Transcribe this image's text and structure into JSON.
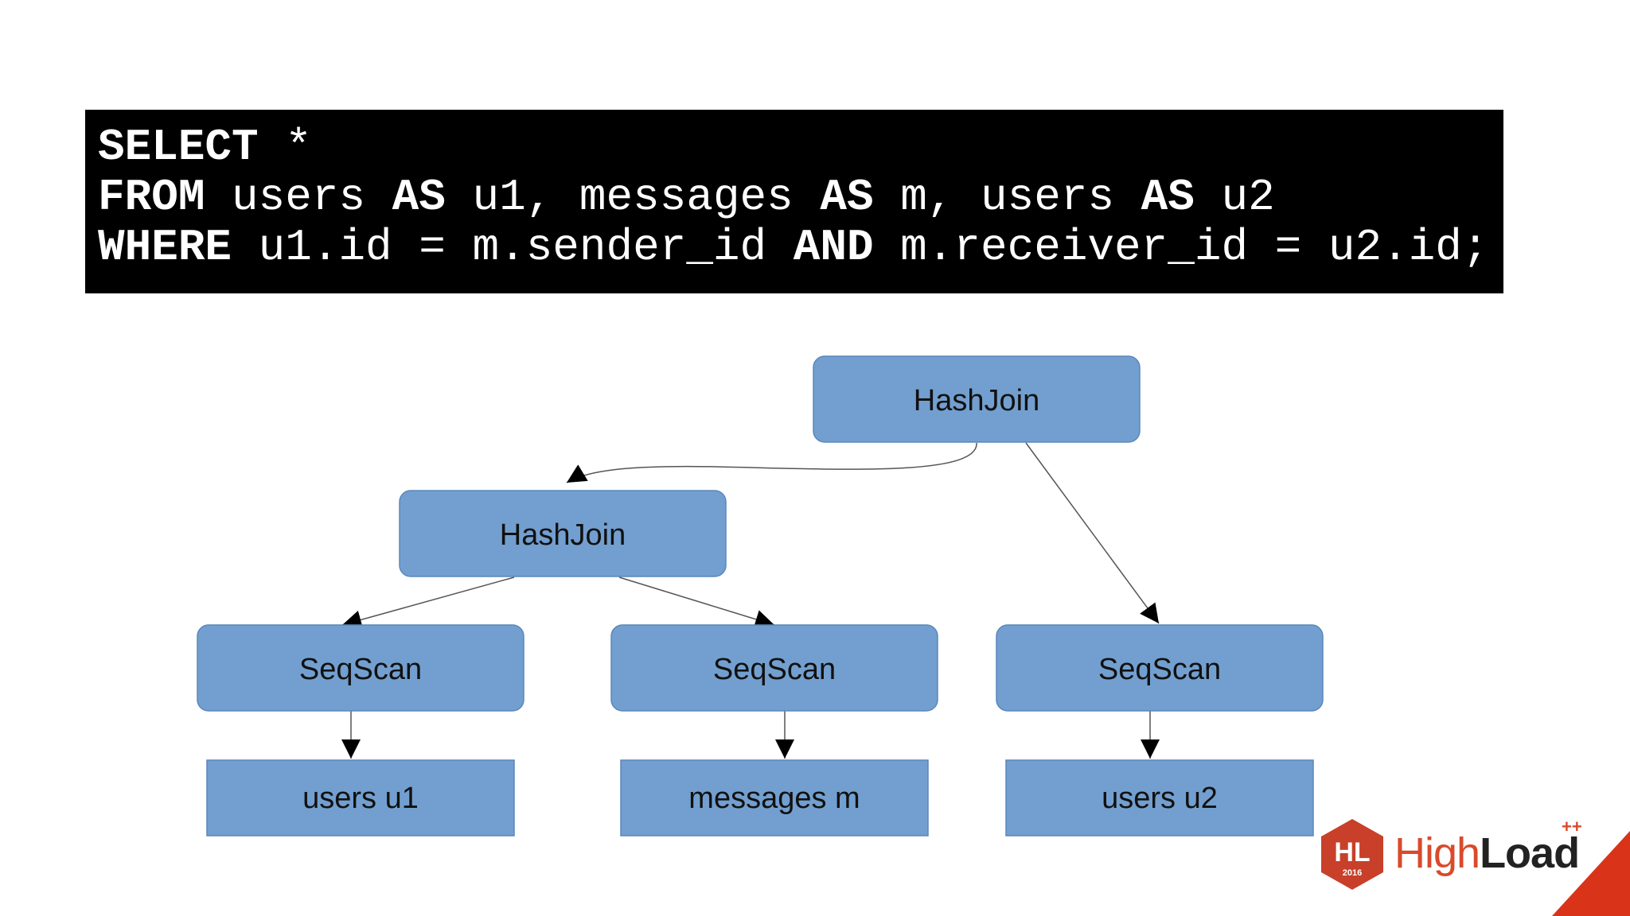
{
  "code": {
    "lines": [
      [
        {
          "t": "SELECT",
          "kw": true
        },
        {
          "t": " *",
          "kw": false
        }
      ],
      [
        {
          "t": "FROM",
          "kw": true
        },
        {
          "t": " users ",
          "kw": false
        },
        {
          "t": "AS",
          "kw": true
        },
        {
          "t": " u1, messages ",
          "kw": false
        },
        {
          "t": "AS",
          "kw": true
        },
        {
          "t": " m, users ",
          "kw": false
        },
        {
          "t": "AS",
          "kw": true
        },
        {
          "t": " u2",
          "kw": false
        }
      ],
      [
        {
          "t": "WHERE",
          "kw": true
        },
        {
          "t": " u1.id = m.sender_id ",
          "kw": false
        },
        {
          "t": "AND",
          "kw": true
        },
        {
          "t": " m.receiver_id = u2.id;",
          "kw": false
        }
      ]
    ]
  },
  "diagram": {
    "nodes": {
      "root_join": "HashJoin",
      "inner_join": "HashJoin",
      "scan_u1": "SeqScan",
      "scan_m": "SeqScan",
      "scan_u2": "SeqScan",
      "table_u1": "users u1",
      "table_m": "messages m",
      "table_u2": "users u2"
    },
    "edges": [
      [
        "root_join",
        "inner_join"
      ],
      [
        "root_join",
        "scan_u2"
      ],
      [
        "inner_join",
        "scan_u1"
      ],
      [
        "inner_join",
        "scan_m"
      ],
      [
        "scan_u1",
        "table_u1"
      ],
      [
        "scan_m",
        "table_m"
      ],
      [
        "scan_u2",
        "table_u2"
      ]
    ],
    "node_color": "#729fcf"
  },
  "logo": {
    "badge": "HL",
    "year": "2016",
    "name_light": "High",
    "name_bold": "Load",
    "plus": "++",
    "accent": "#d94a2b"
  }
}
